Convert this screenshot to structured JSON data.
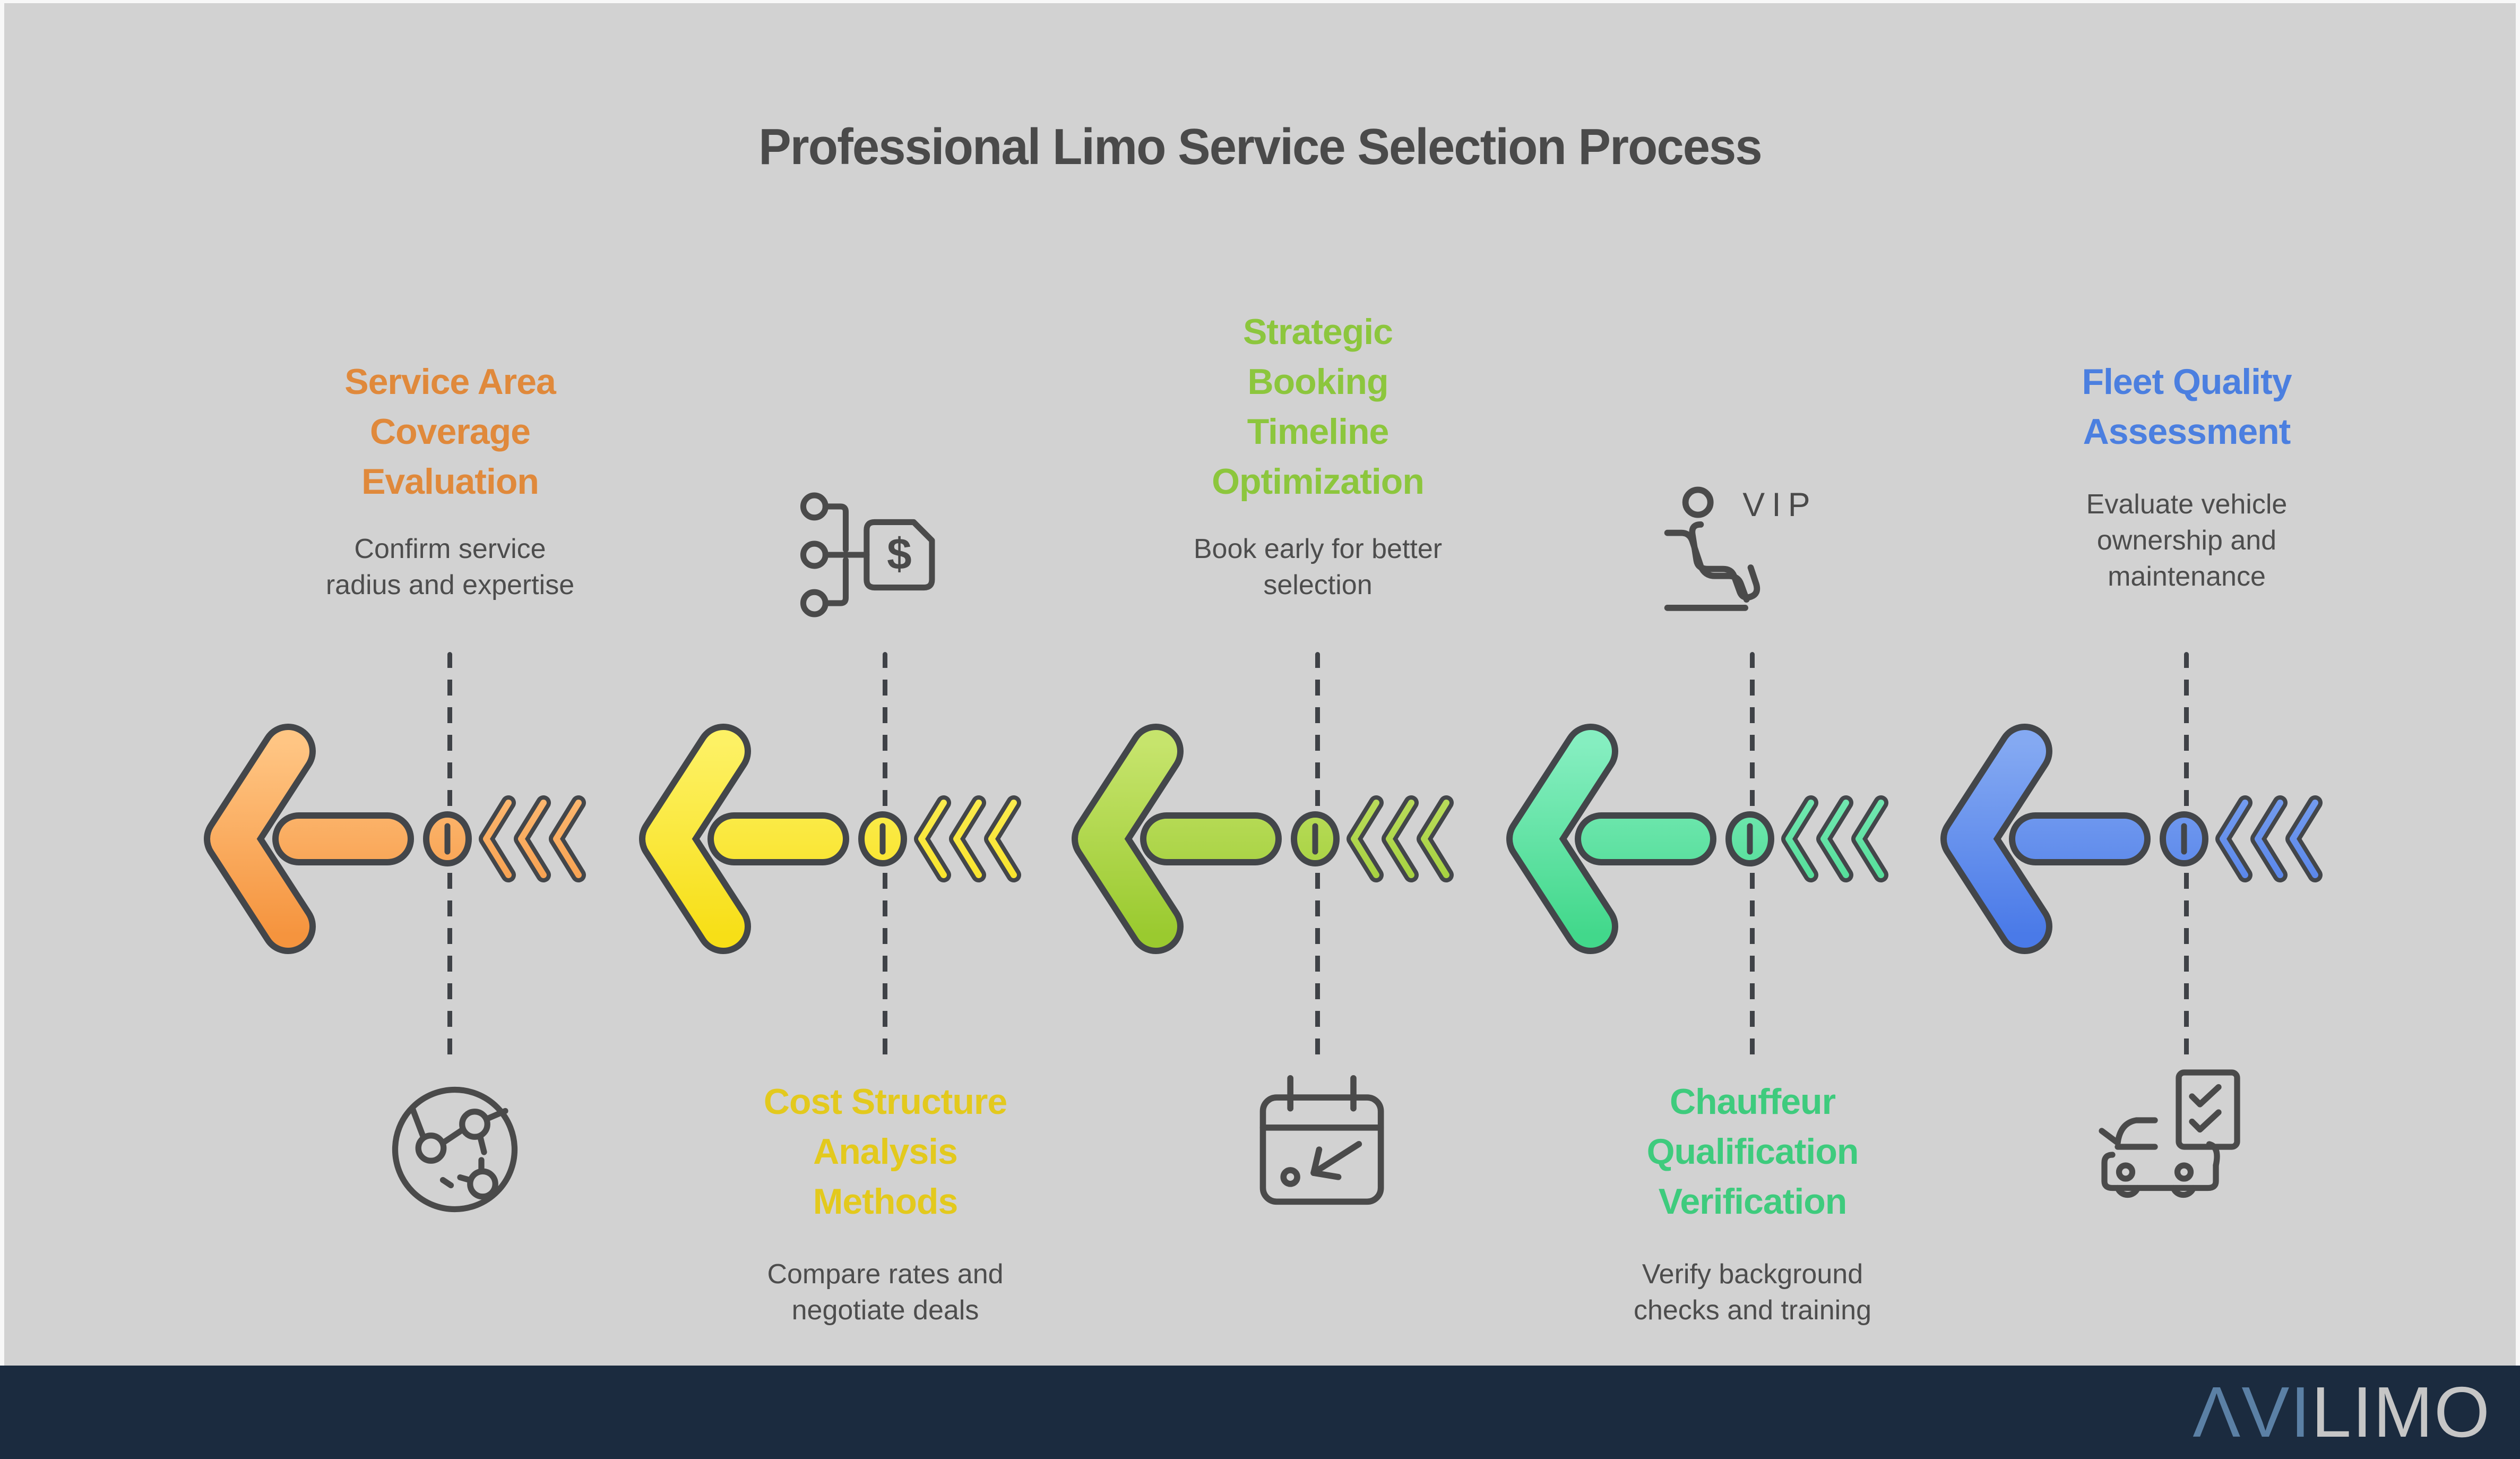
{
  "page": {
    "title": "Professional Limo Service Selection Process",
    "title_color": "#4a4a4a",
    "panel_bg": "#d2d2d2",
    "frame_bg": "#f8f8f8",
    "outline": "#43464a",
    "icon_stroke": "#4a4a4a",
    "desc_color": "#4d4d4d",
    "dash_color": "#3f4247"
  },
  "steps": [
    {
      "title_lines": [
        "Service Area",
        "Coverage",
        "Evaluation"
      ],
      "desc_lines": [
        "Confirm service",
        "radius and expertise"
      ],
      "icon": "globe-network-icon",
      "accent": "#e0893b",
      "grad_from": "#ffc583",
      "grad_to": "#f5943e"
    },
    {
      "title_lines": [
        "Cost Structure",
        "Analysis",
        "Methods"
      ],
      "desc_lines": [
        "Compare rates and",
        "negotiate deals"
      ],
      "icon": "price-structure-icon",
      "icon_text": "$",
      "accent": "#e3c91d",
      "grad_from": "#fdf164",
      "grad_to": "#f7df17"
    },
    {
      "title_lines": [
        "Strategic",
        "Booking",
        "Timeline",
        "Optimization"
      ],
      "desc_lines": [
        "Book early for better",
        "selection"
      ],
      "icon": "calendar-early-booking-icon",
      "accent": "#8cc63d",
      "grad_from": "#c6e46c",
      "grad_to": "#9aca2f"
    },
    {
      "title_lines": [
        "Chauffeur",
        "Qualification",
        "Verification"
      ],
      "desc_lines": [
        "Verify background",
        "checks and training"
      ],
      "icon": "vip-seat-icon",
      "icon_text": "VIP",
      "accent": "#3ecb7d",
      "grad_from": "#85eec0",
      "grad_to": "#42d88b"
    },
    {
      "title_lines": [
        "Fleet Quality",
        "Assessment"
      ],
      "desc_lines": [
        "Evaluate vehicle",
        "ownership and",
        "maintenance"
      ],
      "icon": "car-checklist-icon",
      "accent": "#4b7fe0",
      "grad_from": "#84a9f2",
      "grad_to": "#4a7ae8"
    }
  ],
  "footer": {
    "bar_color": "#1b2b3f",
    "logo_part1": "ΛVI",
    "logo_part2": "LIMO",
    "logo_part1_color": "#5b80a5",
    "logo_part2_color": "#c6c6c6"
  }
}
